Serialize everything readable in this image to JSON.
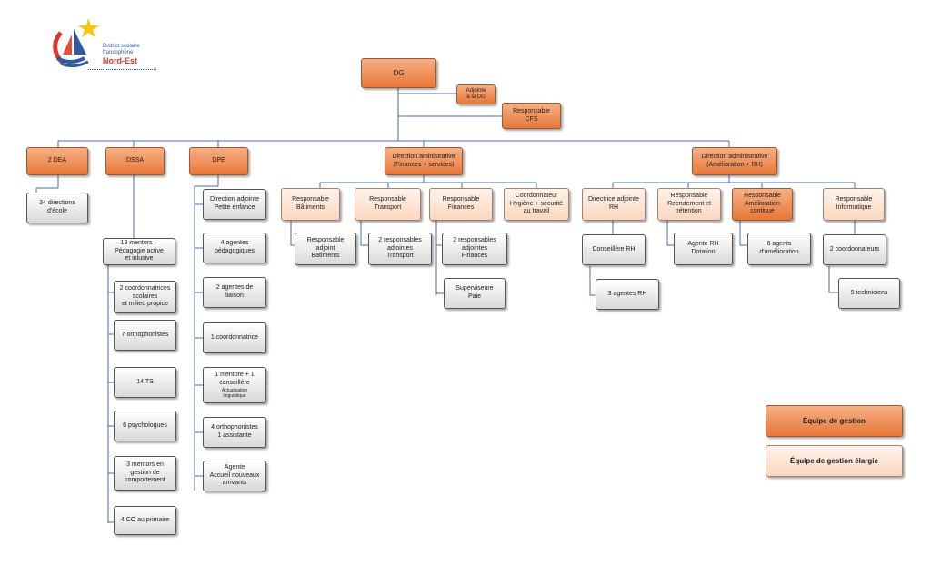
{
  "logo": {
    "line1": "District scolaire",
    "line2": "francophone",
    "line3": "Nord-Est"
  },
  "boxes": {
    "dg": "DG",
    "adjointe_dg": "Adjointe\nà la DG",
    "resp_cfs": "Responsable\nCFS",
    "dea": "2 DEA",
    "dssa": "DSSA",
    "dpe": "DPE",
    "dir_admin_fin": "Direction aministrative\n(Finances + services)",
    "dir_admin_amel": "Direction administrative\n(Amélioration + RH)",
    "directions_ecole": "34 directions\nd'école",
    "mentors_ped": "13 mentors –\nPédagogie active\net inlusive",
    "coord_scolaires": "2 coordonnatrices\nscolaires\net milieu propice",
    "orthophonistes7": "7 orthophonistes",
    "ts14": "14 TS",
    "psychologues": "6 psychologues",
    "mentors_gestion": "3 mentors en\ngestion de\ncomportement",
    "co_primaire": "4 CO au primaire",
    "dir_adj_petite": "Direction adjointe\nPetite enfance",
    "agentes_ped": "4 agentes\npédagogiques",
    "agentes_liaison": "2 agentes de\nliaison",
    "coordonnatrice1": "1 coordonnatrice",
    "mentore_conseillere": "1 mentore + 1\nconseillère",
    "actualisation": "Actualisation\nlinguistique",
    "ortho_assistante": "4 orthophonistes\n1 assistante",
    "agente_accueil": "Agente\nAccueil nouveaux\narrivants",
    "resp_batiments": "Responsable\nBâtiments",
    "resp_transport": "Responsable\nTransport",
    "resp_finances": "Responsable\nFinances",
    "coord_hygiene": "Coordonnateur\nHygiène + sécurité\nau travail",
    "resp_adj_batiments": "Responsable\nadjoint\nBatiments",
    "resp_adj_transport": "2 responsables\nadjointes\nTransport",
    "resp_adj_finances": "2 responsables\nadjointes\nFinances",
    "superviseure_paie": "Superviseure\nPaie",
    "dir_adj_rh": "Directrice adjointe\nRH",
    "resp_recrutement": "Responsable\nRecrutement et\nrétention",
    "resp_amelioration": "Responsable\nAmélioration\ncontinue",
    "resp_informatique": "Responsable\nInformatique",
    "conseillere_rh": "Conseillère RH",
    "agentes_rh": "3 agentes RH",
    "agente_dotation": "Agente RH\nDotation",
    "agents_amelioration": "6 agents\nd'amélioration",
    "coordonnateurs2": "2 coordonnateurs",
    "techniciens": "9 techniciens"
  },
  "legend": {
    "equipe_gestion": "Équipe de gestion",
    "equipe_elargie": "Équipe de gestion élargie"
  },
  "colors": {
    "management": "#e87738",
    "extended": "#fbd7bf",
    "staff": "#d9d9d9",
    "connector": "#4a6fa5"
  }
}
